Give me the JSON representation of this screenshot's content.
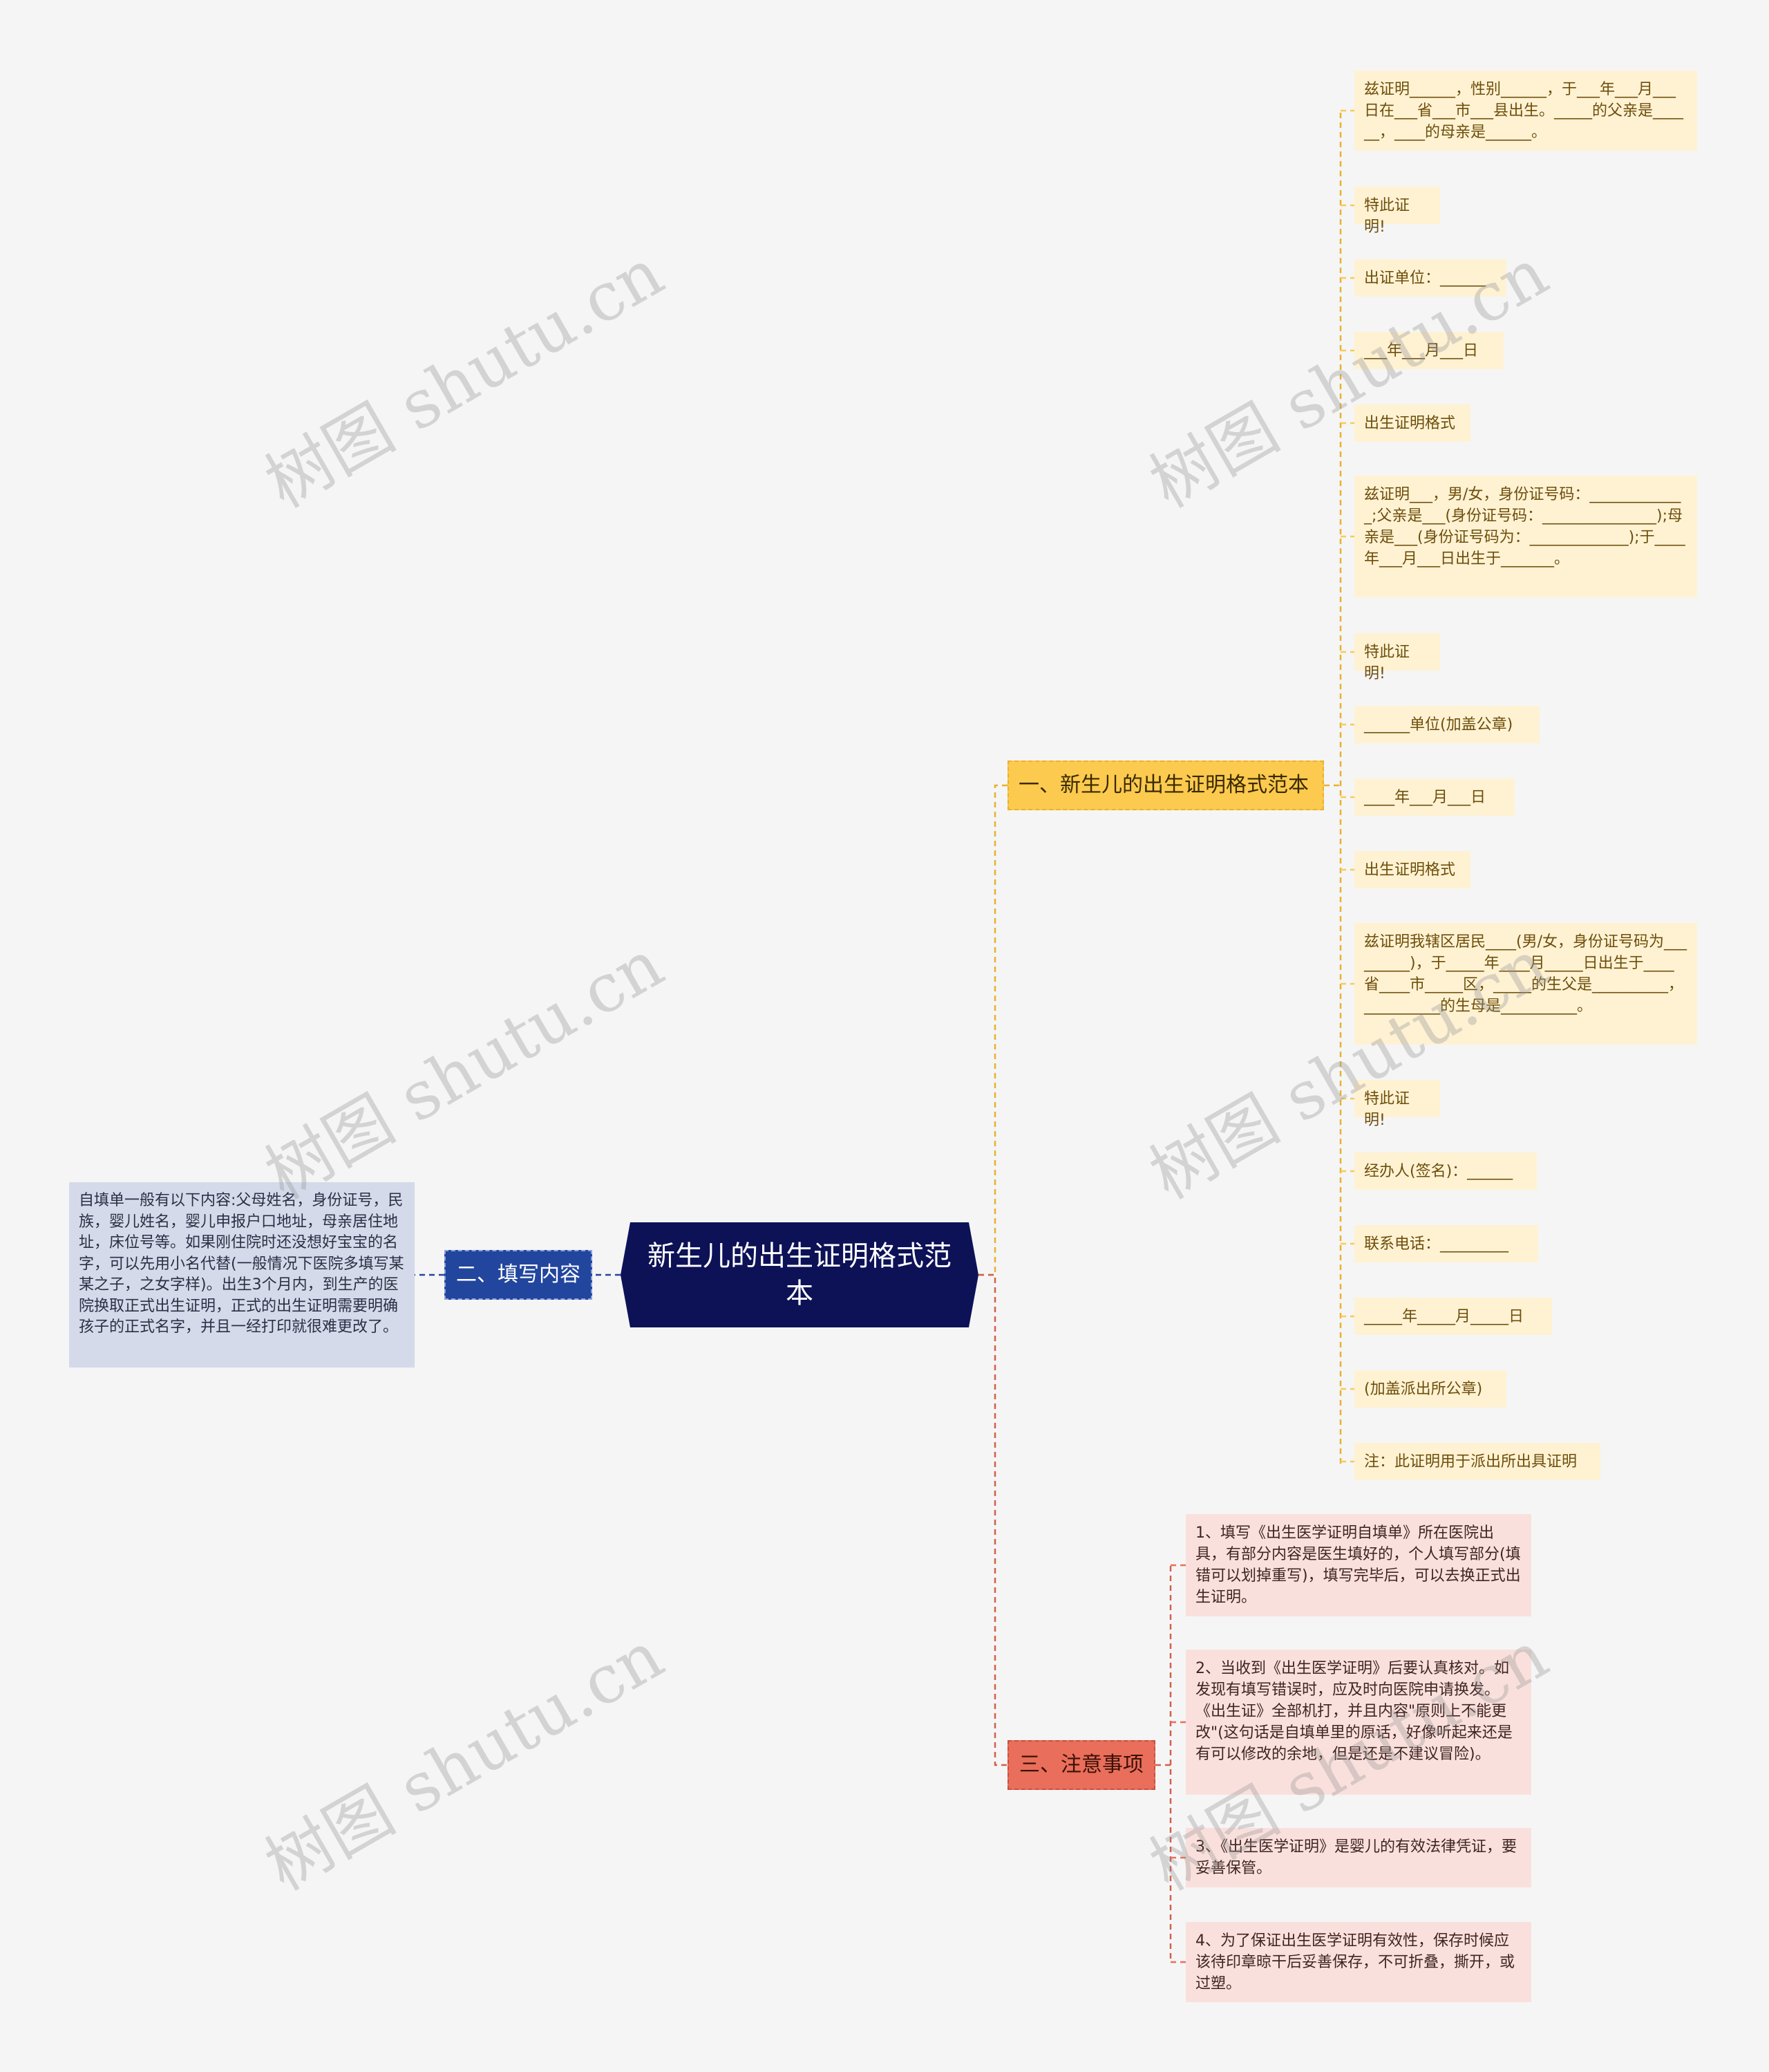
{
  "root": "新生儿的出生证明格式范本",
  "branch1": {
    "title": "一、新生儿的出生证明格式范本",
    "items": [
      "兹证明______，性别______，于___年___月___日在___省___市___县出生。_____的父亲是______，____的母亲是______。",
      "特此证明!",
      "出证单位：______",
      "___年___月___日",
      "出生证明格式",
      "兹证明___，男/女，身份证号码：_____________;父亲是___(身份证号码：_______________);母亲是___(身份证号码为：_____________);于____年___月___日出生于_______。",
      "特此证明!",
      "______单位(加盖公章)",
      "____年___月___日",
      "出生证明格式",
      "兹证明我辖区居民____(男/女，身份证号码为_________)，于_____年____月_____日出生于____省____市_____区，_____的生父是__________，__________的生母是__________。",
      "特此证明!",
      "经办人(签名)：______",
      "联系电话：_________",
      "_____年_____月_____日",
      "(加盖派出所公章)",
      "注：此证明用于派出所出具证明"
    ]
  },
  "branch2": {
    "title": "二、填写内容",
    "detail": "自填单一般有以下内容:父母姓名，身份证号，民族，婴儿姓名，婴儿申报户口地址，母亲居住地址，床位号等。如果刚住院时还没想好宝宝的名字，可以先用小名代替(一般情况下医院多填写某某之子，之女字样)。出生3个月内，到生产的医院换取正式出生证明，正式的出生证明需要明确孩子的正式名字，并且一经打印就很难更改了。"
  },
  "branch3": {
    "title": "三、注意事项",
    "items": [
      "1、填写《出生医学证明自填单》所在医院出具，有部分内容是医生填好的，个人填写部分(填错可以划掉重写)，填写完毕后，可以去换正式出生证明。",
      "2、当收到《出生医学证明》后要认真核对。如发现有填写错误时，应及时向医院申请换发。《出生证》全部机打，并且内容\"原则上不能更改\"(这句话是自填单里的原话，好像听起来还是有可以修改的余地，但是还是不建议冒险)。",
      "3、《出生医学证明》是婴儿的有效法律凭证，要妥善保管。",
      "4、为了保证出生医学证明有效性，保存时候应该待印章晾干后妥善保存，不可折叠，撕开，或过塑。"
    ]
  },
  "watermark": "树图 shutu.cn",
  "colors": {
    "root": "#0d1257",
    "branch1": "#fcca4f",
    "branch2": "#22469e",
    "branch3": "#e96e5b",
    "leaf_yellow": "#fef2d3",
    "leaf_red": "#fae0dc",
    "leaf_blue": "#d5daea"
  }
}
